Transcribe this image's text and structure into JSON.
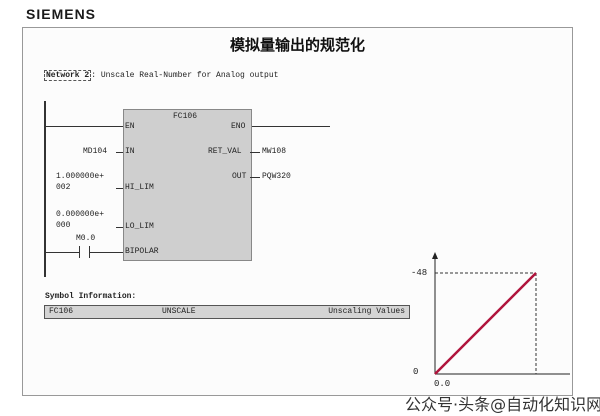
{
  "logo": "SIEMENS",
  "title": "模拟量输出的规范化",
  "network": {
    "label": "Network 2",
    "description": ": Unscale Real-Number for Analog output"
  },
  "block": {
    "name": "FC106",
    "inputs": [
      "EN",
      "IN",
      "HI_LIM",
      "LO_LIM",
      "BIPOLAR"
    ],
    "outputs": [
      "ENO",
      "RET_VAL",
      "OUT"
    ],
    "in_operand": "MD104",
    "hi_lim_1": "1.000000e+",
    "hi_lim_2": "002",
    "lo_lim_1": "0.000000e+",
    "lo_lim_2": "000",
    "bipolar_contact": "M0.0",
    "ret_val_operand": "MW108",
    "out_operand": "PQW320"
  },
  "symbol": {
    "heading": "Symbol Information:",
    "address": "FC106",
    "name": "UNSCALE",
    "comment": "Unscaling Values"
  },
  "graph": {
    "y_top": "-48",
    "y_zero": "0",
    "x_zero": "0.0",
    "line_color": "#b0143c"
  },
  "watermark": "公众号·头条@自动化知识网"
}
